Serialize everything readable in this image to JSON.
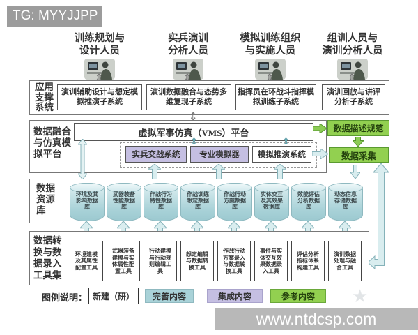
{
  "badge": "TG: MYYJJPP",
  "personnel": [
    "训练规划与\n设计人员",
    "实兵演训\n分析人员",
    "模拟训练组织\n与实施人员",
    "组训人员与\n演训分析人员"
  ],
  "app": {
    "label": "应用\n支撑\n系统",
    "systems": [
      "演训辅助设计与想定模拟推演子系统",
      "演训数据融合与态势多维复现子系统",
      "指挥员在环战斗指挥模拟训练子系统",
      "演训回放与讲评分析子系统"
    ]
  },
  "platform": {
    "label": "数据融合\n与仿真模\n拟平台",
    "vms": "虚拟军事仿真（VMS）平台",
    "systems": [
      "实兵交战系统",
      "专业模拟器",
      "模拟推演系统"
    ]
  },
  "datastore": {
    "label": "数据\n资源\n库",
    "databases": [
      "环境及其影响数据库",
      "武器装备性能数据库",
      "作战行为特性数据库",
      "作战训练想定数据库",
      "作战行动方案数据库",
      "实体交互及其效果数据库",
      "效能评估分析数据库",
      "动态信息存储数据库"
    ]
  },
  "tools": {
    "label": "数据转\n换与数\n据录入\n工具集",
    "items": [
      "环境建模及其属性配置工具",
      "武器装备建模与实体属性配置工具",
      "行动建模与行动规则编辑工具",
      "想定编辑与数据转换工具",
      "作战行动方案录入与数据转换工具",
      "事件与实体交互效果数据录入工具",
      "评估分析指标体系构建工具",
      "演训数据处理与融合工具"
    ]
  },
  "flow": {
    "spec": "数据描述规范",
    "collect": "数据采集"
  },
  "legend": {
    "title": "图例说明：",
    "items": [
      "新建（研）",
      "完善内容",
      "集成内容",
      "参考内容"
    ]
  },
  "watermark": "www.ntdcsp.com",
  "colors": {
    "teal": "#a9d2d8",
    "lavender": "#c5bfe2",
    "green": "#92d050",
    "badge_gray": "#9c9c9c",
    "arrow_teal": "#d9edef",
    "arrow_green": "#8ccb55"
  }
}
